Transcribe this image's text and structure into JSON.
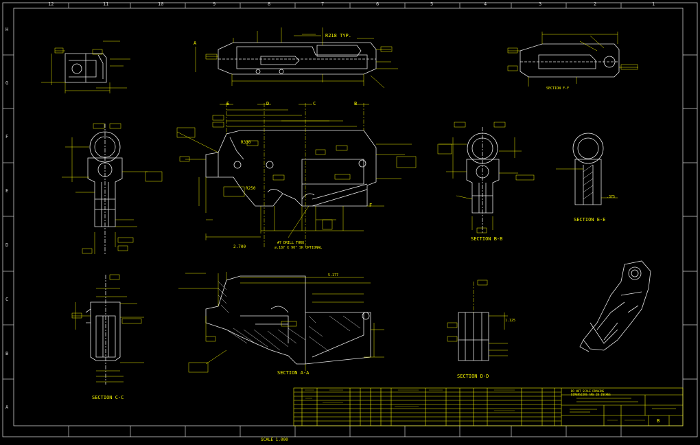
{
  "border": {
    "columns": [
      "12",
      "11",
      "10",
      "9",
      "8",
      "7",
      "6",
      "5",
      "4",
      "3",
      "2",
      "1"
    ],
    "rows": [
      "H",
      "G",
      "F",
      "E",
      "D",
      "C",
      "B",
      "A"
    ]
  },
  "views": {
    "section_bb": "SECTION B-B",
    "section_ee": "SECTION E-E",
    "section_aa": "SECTION A-A",
    "section_dd": "SECTION D-D",
    "section_cc": "SECTION C-C",
    "section_ff": "SECTION F-F"
  },
  "cut_marks": {
    "a": "A",
    "b": "B",
    "c": "C",
    "d": "D",
    "e": "E",
    "f": "F"
  },
  "callouts": {
    "r218": "R218 TYP.",
    "r330": "R330",
    "r250": "R250",
    "d2700": "2.700",
    "c_sk": "#7 DRILL THRU",
    "optional": "⌀.187 X 90° SK OPTIONAL",
    "d5177": "5.177",
    "d1125": "1.125",
    "d375": ".375"
  },
  "scale": "SCALE 1.000",
  "title_block": {
    "note1": "DO NOT SCALE DRAWING",
    "note2": "DIMENSIONS ARE IN INCHES",
    "sheet": "B"
  },
  "colors": {
    "line": "#f2f200",
    "white": "#e8e8e8",
    "background": "#000000"
  }
}
